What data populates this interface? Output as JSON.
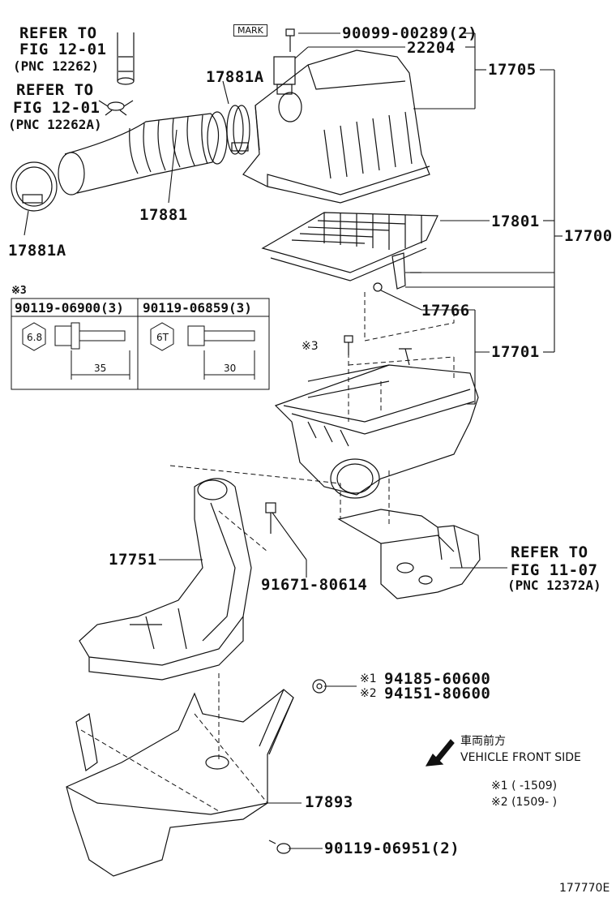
{
  "refs": {
    "ref1": {
      "line1": "REFER TO",
      "line2": "FIG 12-01",
      "line3": "(PNC 12262)"
    },
    "ref2": {
      "line1": "REFER TO",
      "line2": "FIG 12-01",
      "line3": "(PNC 12262A)"
    },
    "ref3": {
      "line1": "REFER TO",
      "line2": "FIG 11-07",
      "line3": "(PNC 12372A)"
    }
  },
  "parts": {
    "p_90099": "90099-00289(2)",
    "p_22204": "22204",
    "p_17705": "17705",
    "p_17881A_top": "17881A",
    "p_17881": "17881",
    "p_17881A_left": "17881A",
    "p_17801": "17801",
    "p_17700": "17700",
    "p_17766": "17766",
    "p_17701": "17701",
    "p_17751": "17751",
    "p_91671": "91671-80614",
    "p_94185": "94185-60600",
    "p_94151": "94151-80600",
    "p_17893": "17893",
    "p_90119_06951": "90119-06951(2)"
  },
  "mark_label": "MARK",
  "star3_label": "※3",
  "star3_marker": "※3",
  "star1": "※1",
  "star2": "※2",
  "bolt_table": {
    "col1": {
      "part": "90119-06900(3)",
      "hex": "6.8",
      "length": "35"
    },
    "col2": {
      "part": "90119-06859(3)",
      "hex": "6T",
      "length": "30"
    }
  },
  "direction": {
    "jp": "車両前方",
    "en": "VEHICLE FRONT SIDE"
  },
  "notes": {
    "n1": "※1 (     -1509)",
    "n2": "※2 (1509-     )"
  },
  "figure_code": "177770E"
}
